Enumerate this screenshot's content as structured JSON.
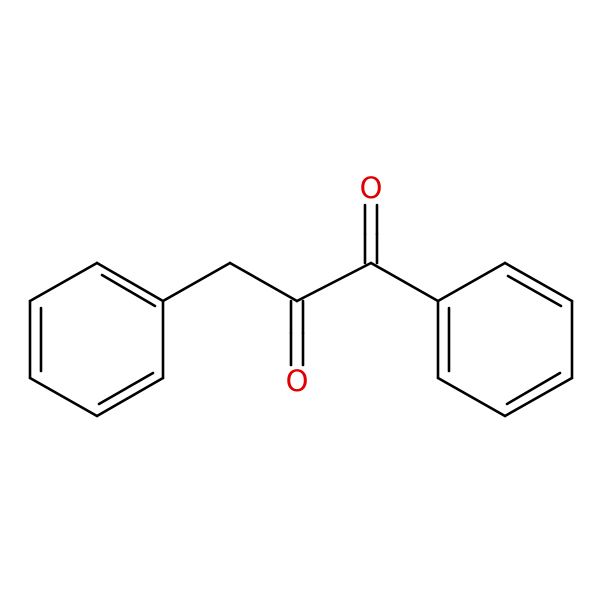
{
  "structure": {
    "atom_labels": [
      {
        "id": "o1",
        "text": "O",
        "color": "#e00000"
      },
      {
        "id": "o2",
        "text": "O",
        "color": "#e00000"
      }
    ],
    "bond_color": "#000000",
    "heteroatom_color": "#e00000",
    "background": "#ffffff"
  }
}
